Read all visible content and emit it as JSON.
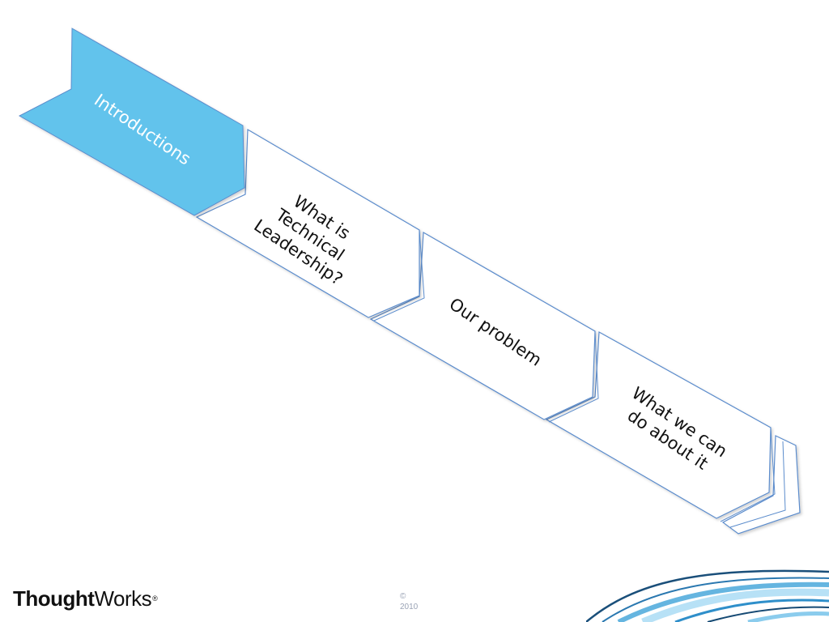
{
  "slide": {
    "steps": [
      {
        "label": "Introductions",
        "active": true
      },
      {
        "label": "What is\nTechnical\nLeadership?",
        "active": false
      },
      {
        "label": "Our problem",
        "active": false
      },
      {
        "label": "What we can\ndo about it",
        "active": false
      }
    ],
    "colors": {
      "active_fill": "#62c3ec",
      "outline": "#5b8ccc"
    }
  },
  "footer": {
    "logo_bold": "Thought",
    "logo_regular": "Works",
    "logo_mark": "®",
    "copyright_symbol": "©",
    "copyright_year": "2010"
  }
}
